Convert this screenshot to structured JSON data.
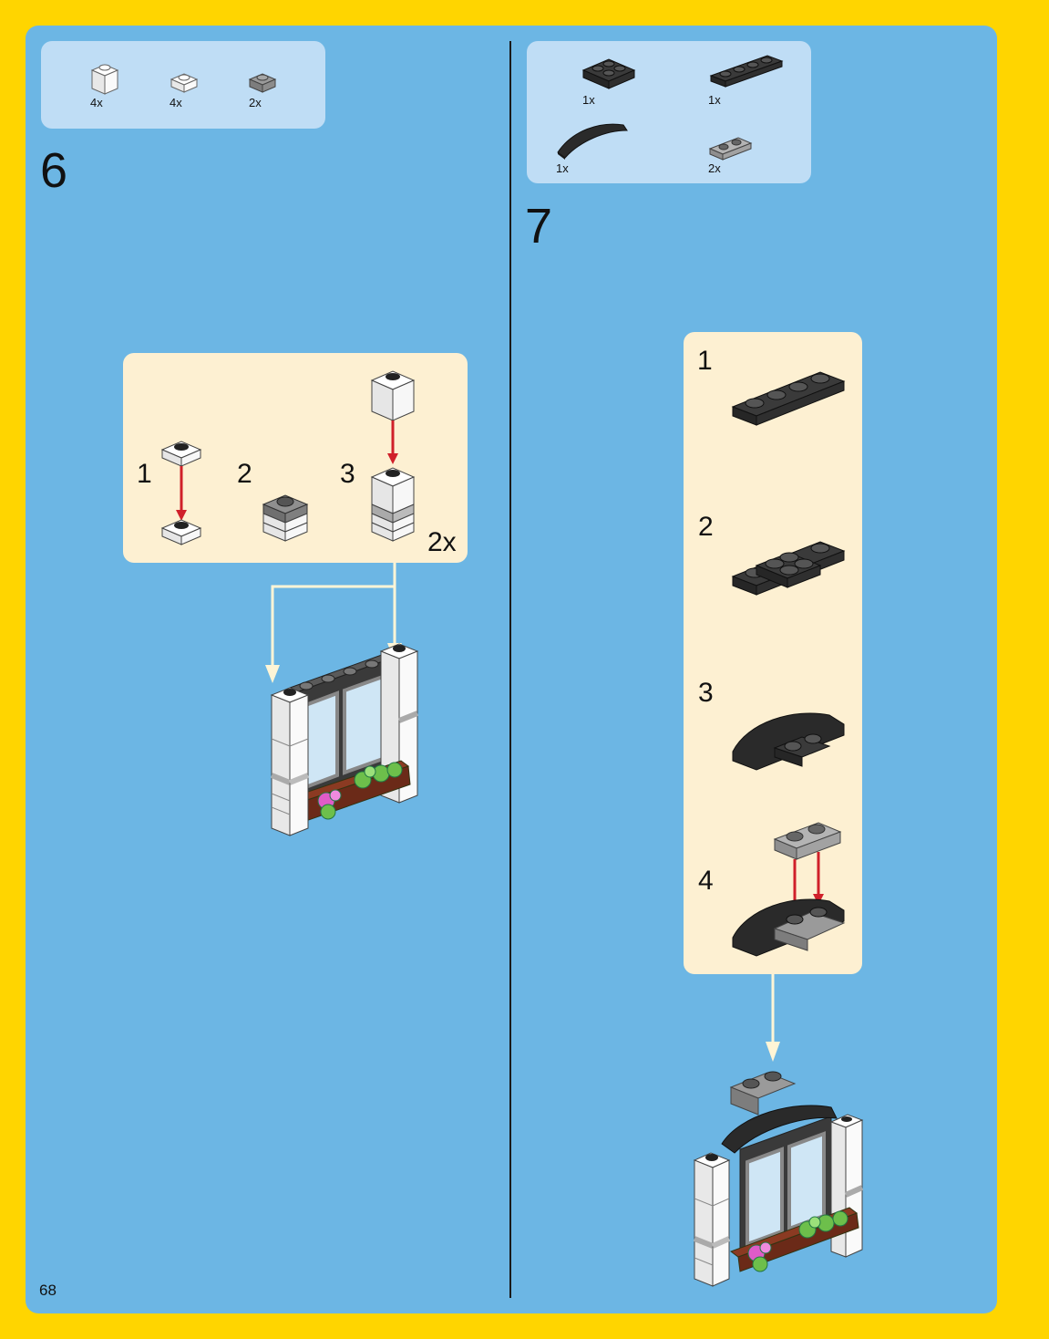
{
  "page_number": "68",
  "step6": {
    "number": "6",
    "parts": [
      {
        "qty": "4x",
        "icon": "white-brick-1x1-icon"
      },
      {
        "qty": "4x",
        "icon": "white-plate-1x1-icon"
      },
      {
        "qty": "2x",
        "icon": "gray-plate-1x1-icon"
      }
    ],
    "substeps": [
      "1",
      "2",
      "3"
    ],
    "multiplier": "2x"
  },
  "step7": {
    "number": "7",
    "parts": [
      {
        "qty": "1x",
        "icon": "black-plate-2x2-icon"
      },
      {
        "qty": "1x",
        "icon": "black-plate-1x4-icon"
      },
      {
        "qty": "1x",
        "icon": "black-curved-slope-icon"
      },
      {
        "qty": "2x",
        "icon": "gray-plate-1x2-icon"
      }
    ],
    "substeps": [
      "1",
      "2",
      "3",
      "4"
    ]
  },
  "colors": {
    "background": "#FFD500",
    "panel": "#6CB6E4",
    "parts_box": "#BFDDF5",
    "substep_box": "#FDF0D2",
    "arrow_red": "#D0202A",
    "arrow_cream": "#FFF5D6"
  }
}
